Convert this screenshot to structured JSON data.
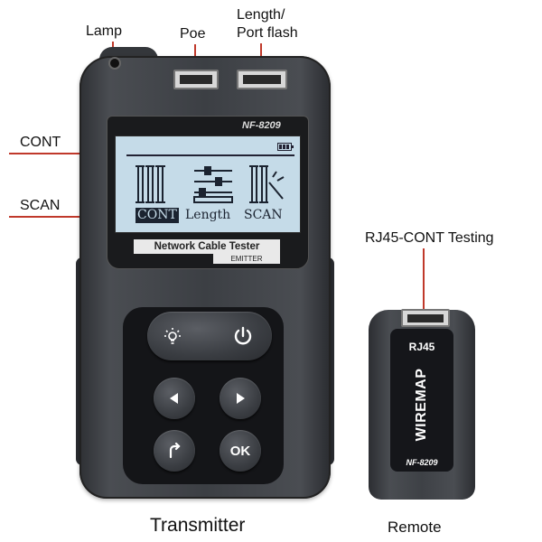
{
  "callouts": {
    "lamp": "Lamp",
    "poe": "Poe",
    "length_line1": "Length/",
    "length_line2": "Port flash",
    "cont": "CONT",
    "scan": "SCAN",
    "rj45_cont": "RJ45-CONT Testing"
  },
  "transmitter": {
    "model": "NF-8209",
    "screen": {
      "modes": [
        "CONT",
        "Length",
        "SCAN"
      ],
      "selected_mode": "CONT"
    },
    "strip_title": "Network Cable Tester",
    "strip_subtitle": "EMITTER",
    "keys": [
      "light-bulb-icon",
      "power-icon",
      "left-arrow-icon",
      "right-arrow-icon",
      "return-arrow-icon",
      "OK"
    ]
  },
  "remote": {
    "rj45": "RJ45",
    "wiremap": "WIREMAP",
    "model": "NF-8209"
  },
  "captions": {
    "transmitter": "Transmitter",
    "remote": "Remote"
  },
  "colors": {
    "leader_line": "#c0392b",
    "lcd_background": "#c5dbe8",
    "device_body": "#3c3f44"
  }
}
